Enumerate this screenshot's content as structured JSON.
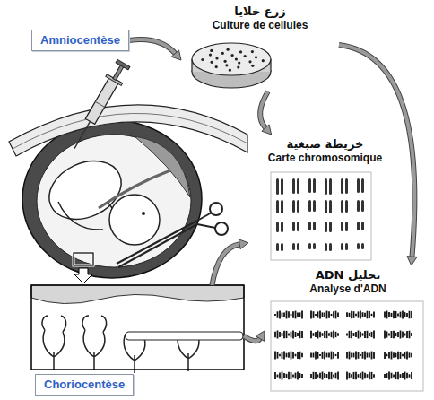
{
  "diagram": {
    "nodes": [
      {
        "text": [
          "Amniocentèse"
        ]
      },
      {
        "text": [
          "زرع خلايا",
          "Culture de cellules"
        ]
      },
      {
        "text": [
          "خريطة صبغية",
          "Carte chromosomique"
        ]
      },
      {
        "text": [
          "تحليل ADN",
          "Analyse d'ADN"
        ]
      },
      {
        "text": [
          "Choriocentèse"
        ]
      }
    ],
    "edges": [
      {
        "from": 0,
        "to": 1,
        "arrow": "to"
      },
      {
        "from": 1,
        "to": 2,
        "arrow": "to"
      },
      {
        "from": 1,
        "to": 3,
        "arrow": "to"
      },
      {
        "from": 4,
        "to": 2,
        "arrow": "to"
      },
      {
        "from": 4,
        "to": 3,
        "arrow": "to"
      }
    ]
  }
}
